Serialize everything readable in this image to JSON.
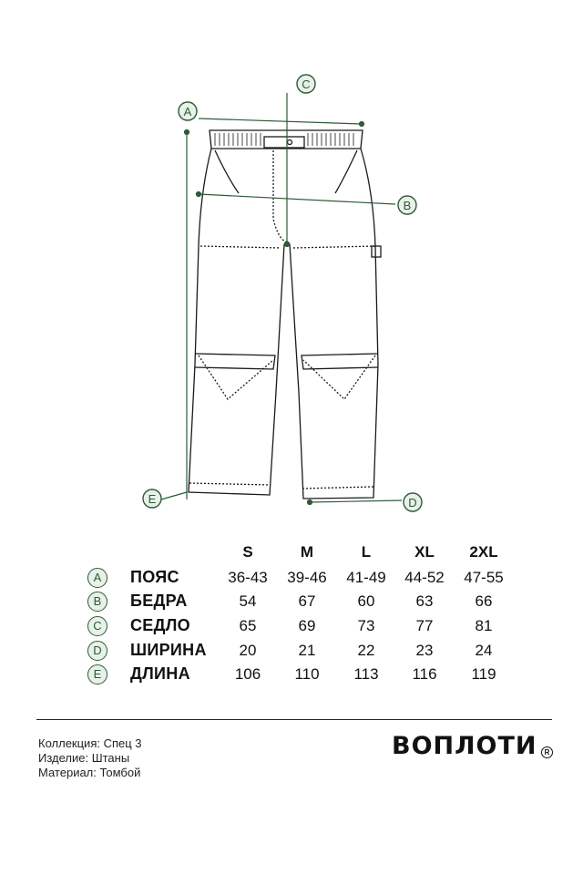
{
  "diagram": {
    "markers": [
      "A",
      "B",
      "C",
      "D",
      "E"
    ],
    "accent_color": "#2e5a37",
    "badge_fill": "#e8f1e8"
  },
  "table": {
    "sizes": [
      "S",
      "M",
      "L",
      "XL",
      "2XL"
    ],
    "rows": [
      {
        "marker": "A",
        "label": "ПОЯС",
        "values": [
          "36-43",
          "39-46",
          "41-49",
          "44-52",
          "47-55"
        ]
      },
      {
        "marker": "B",
        "label": "БЕДРА",
        "values": [
          "54",
          "67",
          "60",
          "63",
          "66"
        ]
      },
      {
        "marker": "C",
        "label": "СЕДЛО",
        "values": [
          "65",
          "69",
          "73",
          "77",
          "81"
        ]
      },
      {
        "marker": "D",
        "label": "ШИРИНА",
        "values": [
          "20",
          "21",
          "22",
          "23",
          "24"
        ]
      },
      {
        "marker": "E",
        "label": "ДЛИНА",
        "values": [
          "106",
          "110",
          "113",
          "116",
          "119"
        ]
      }
    ]
  },
  "info": {
    "collection": "Коллекция: Спец 3",
    "item": "Изделие: Штаны",
    "material": "Материал: Томбой"
  },
  "brand": {
    "name": "ВОПЛОТИ",
    "mark": "R"
  }
}
